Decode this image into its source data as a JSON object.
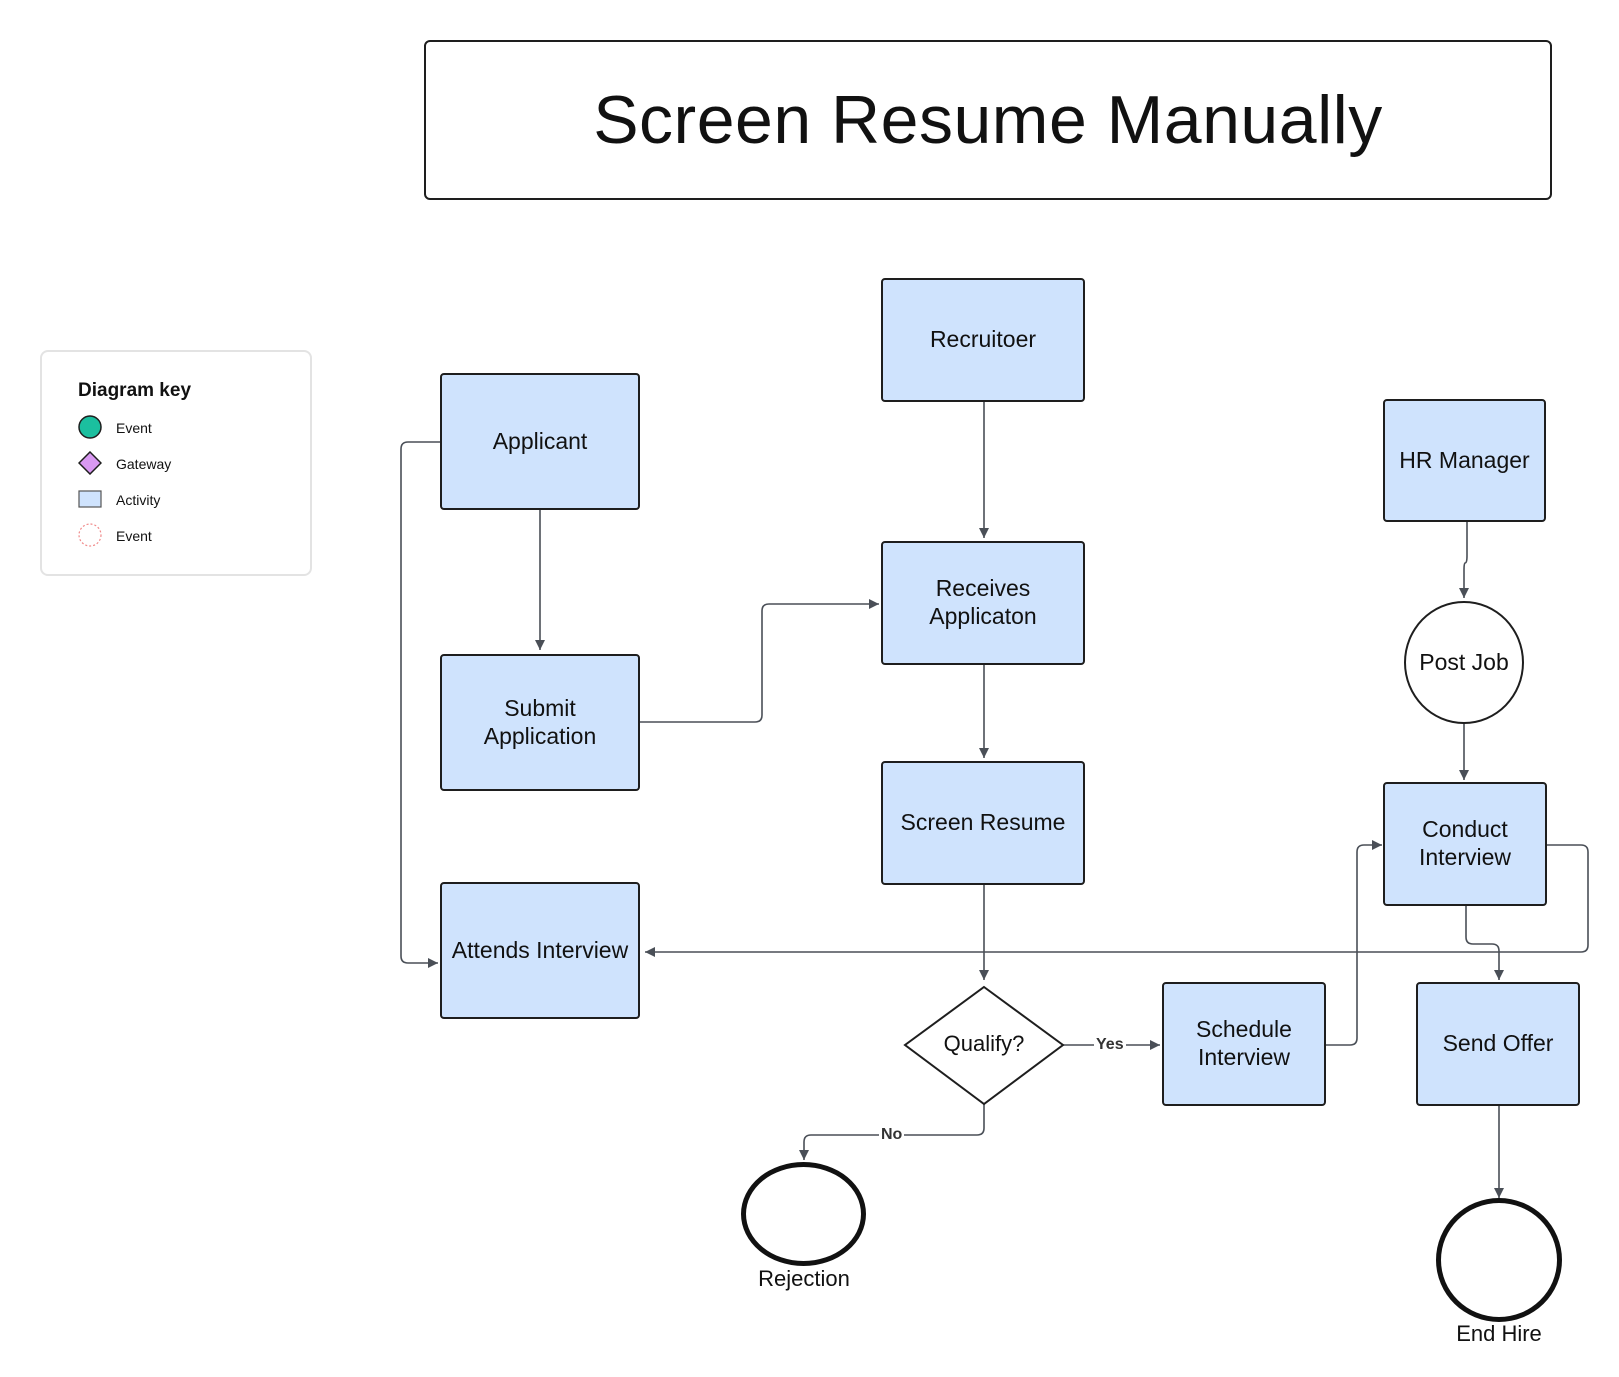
{
  "title": "Screen Resume Manually",
  "legend": {
    "title": "Diagram key",
    "items": [
      {
        "label": "Event",
        "shape": "circle",
        "fill": "#1bbf9f",
        "stroke": "#1e1e1e"
      },
      {
        "label": "Gateway",
        "shape": "diamond",
        "fill": "#d999f2",
        "stroke": "#1e1e1e"
      },
      {
        "label": "Activity",
        "shape": "rect",
        "fill": "#cfe3fd",
        "stroke": "#555555"
      },
      {
        "label": "Event",
        "shape": "dashed-circle",
        "fill": "#ffffff",
        "stroke": "#f08a8a"
      }
    ]
  },
  "nodes": {
    "applicant": "Applicant",
    "submit_application": "Submit\nApplication",
    "attends_interview": "Attends Interview",
    "recruiter": "Recruitoer",
    "receives_application": "Receives\nApplicaton",
    "screen_resume": "Screen Resume",
    "qualify": "Qualify?",
    "schedule_interview": "Schedule\nInterview",
    "hr_manager": "HR Manager",
    "post_job": "Post Job",
    "conduct_interview": "Conduct\nInterview",
    "send_offer": "Send Offer",
    "rejection": "Rejection",
    "end_hire": "End Hire"
  },
  "edge_labels": {
    "yes": "Yes",
    "no": "No"
  },
  "colors": {
    "activity_fill": "#cfe3fd",
    "stroke": "#1e1e1e",
    "connector": "#4a4f57"
  }
}
